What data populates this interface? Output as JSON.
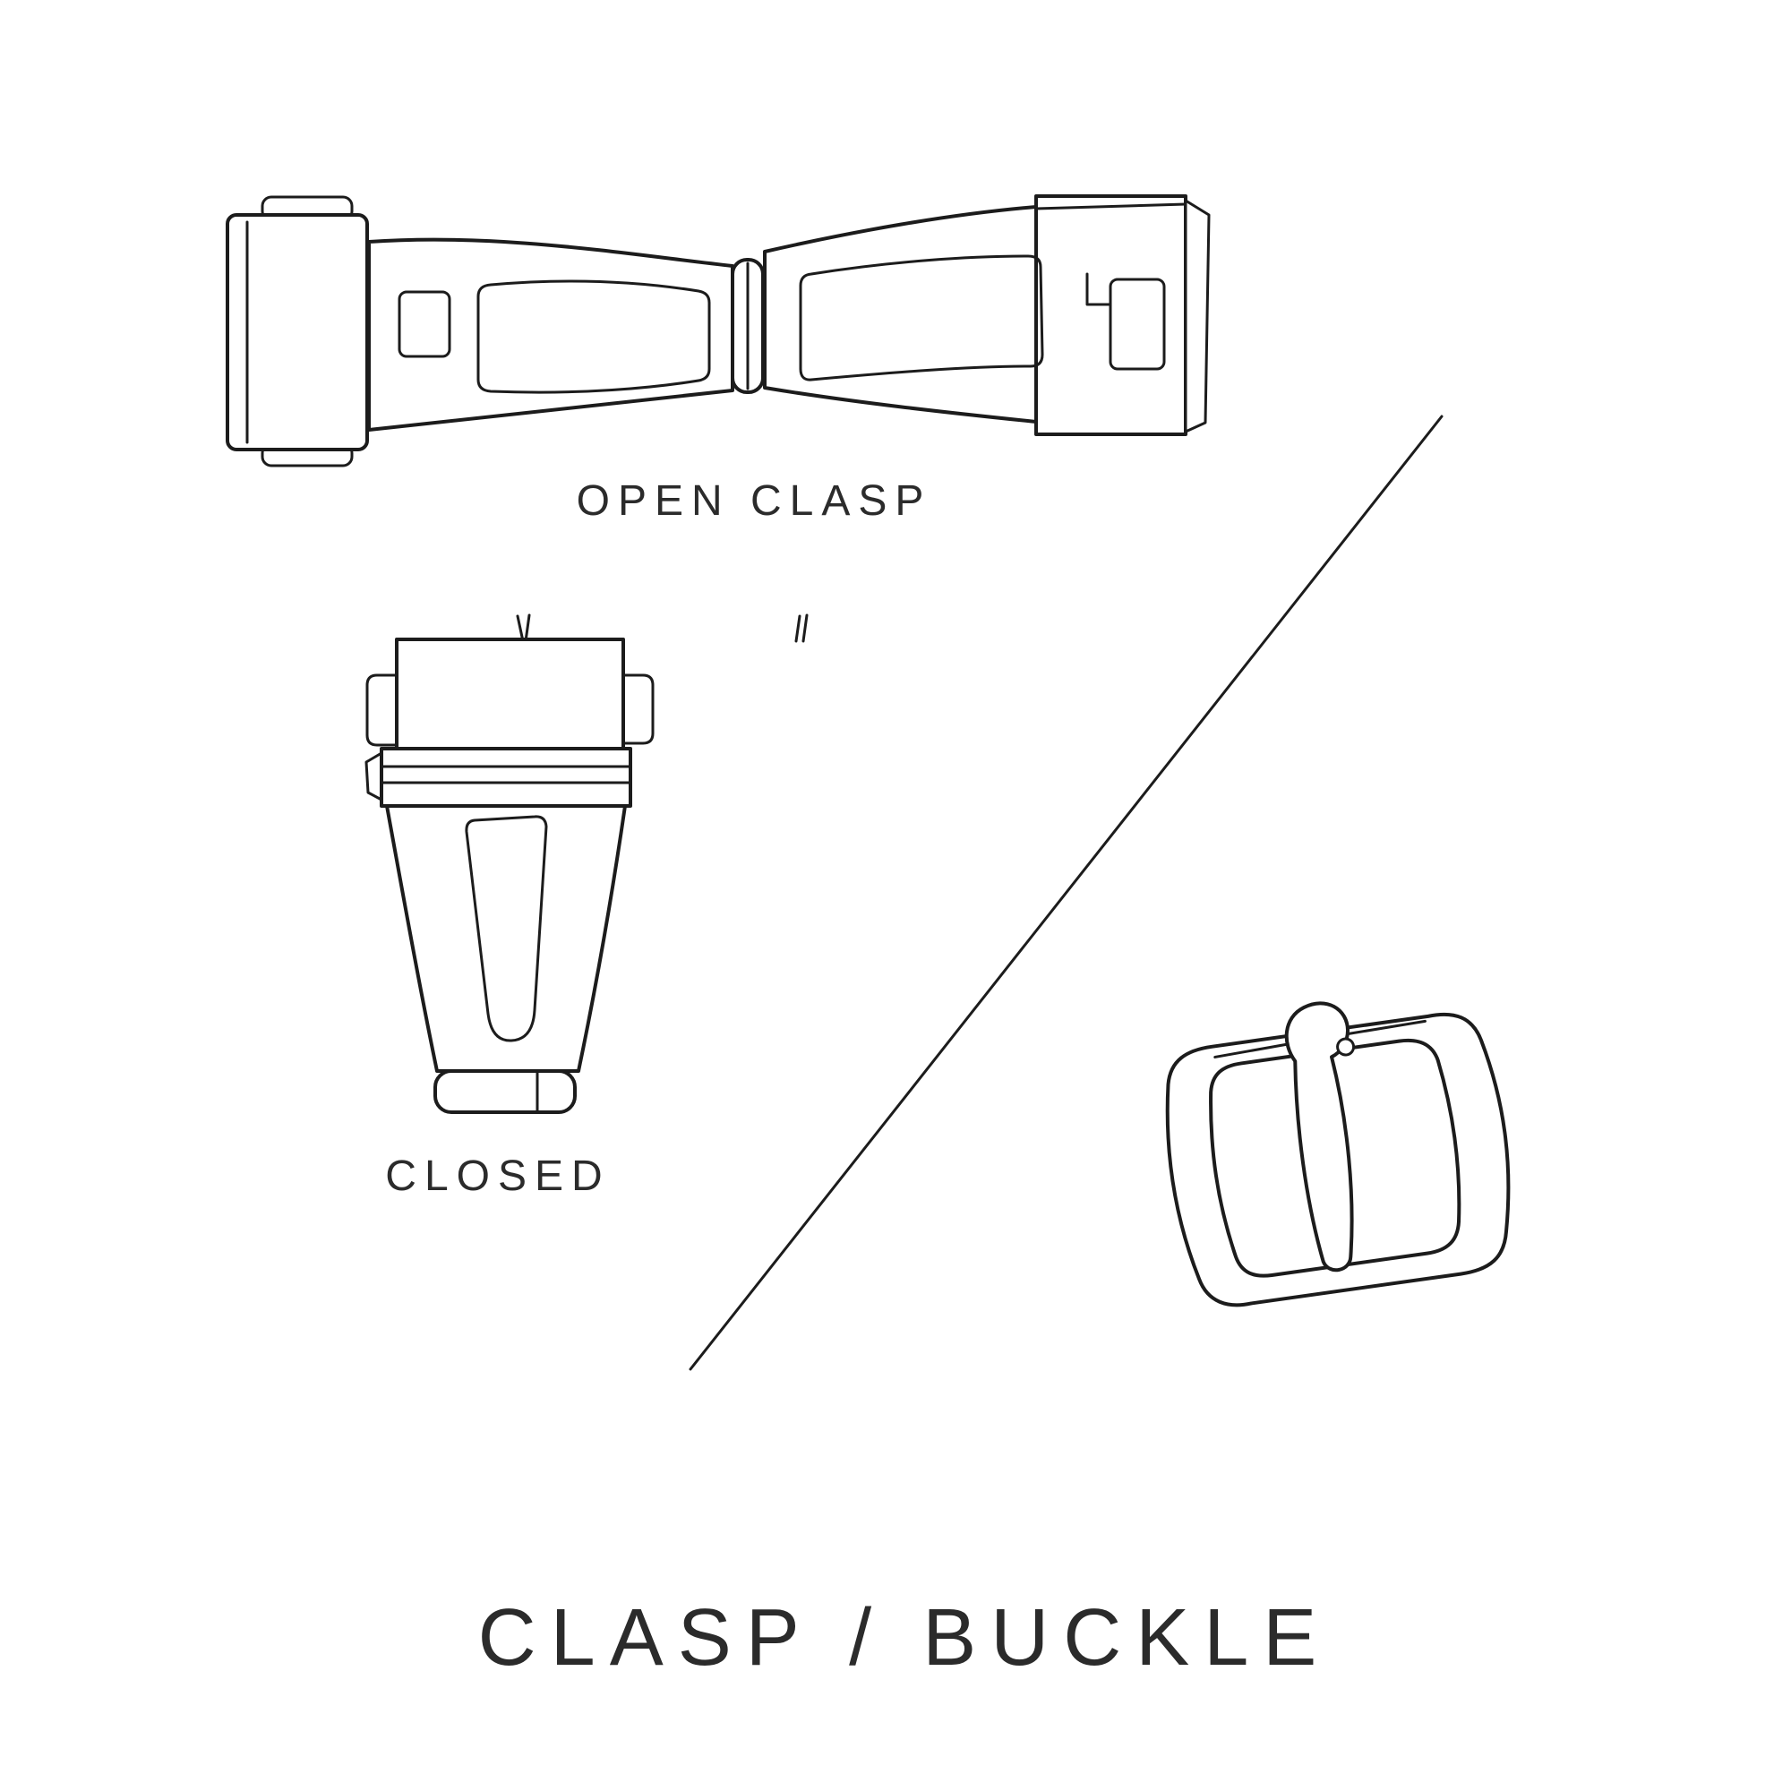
{
  "title": "CLASP / BUCKLE",
  "labels": {
    "open_clasp": "OPEN CLASP",
    "closed": "CLOSED"
  },
  "colors": {
    "background": "#ffffff",
    "line": "#1c1c1c",
    "text": "#2b2b2b"
  }
}
